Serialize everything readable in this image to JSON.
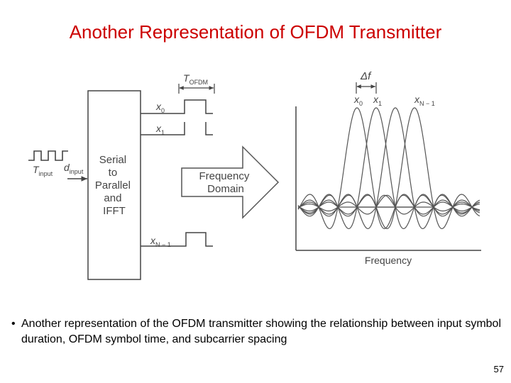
{
  "slide": {
    "title": "Another Representation of OFDM Transmitter",
    "bullet_marker": "•",
    "bullet": "Another representation of the OFDM transmitter showing the relationship between input symbol duration, OFDM symbol time, and subcarrier spacing",
    "page_number": "57"
  },
  "diagram": {
    "block_label_lines": [
      "Serial",
      "to",
      "Parallel",
      "and",
      "IFFT"
    ],
    "arrow_label_lines": [
      "Frequency",
      "Domain"
    ],
    "t_input": "T",
    "t_input_sub": "input",
    "d_input": "d",
    "d_input_sub": "input",
    "t_ofdm": "T",
    "t_ofdm_sub": "OFDM",
    "x0": "x",
    "x0_sub": "0",
    "x1": "x",
    "x1_sub": "1",
    "xn": "x",
    "xn_sub": "N − 1",
    "delta_f": "Δf",
    "freq_axis_label": "Frequency",
    "colors": {
      "title": "#cc0000",
      "lines": "#444444"
    }
  }
}
